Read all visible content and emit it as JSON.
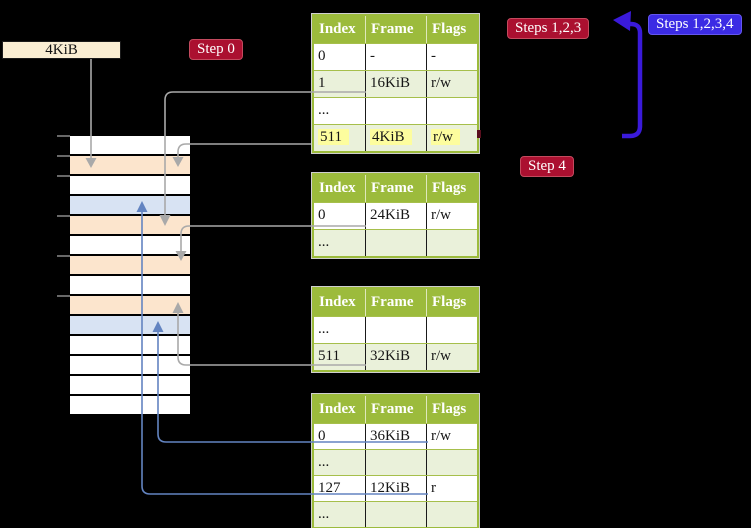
{
  "frame_label": "4KiB",
  "badges": {
    "step0": "Step 0",
    "steps_123": "Steps 1,2,3",
    "steps_1234": "Steps 1,2,3,4",
    "step4": "Step 4"
  },
  "page_tables": [
    {
      "name": "page-table-step0",
      "headers": [
        "Index",
        "Frame",
        "Flags"
      ],
      "rows": [
        [
          "0",
          "-",
          "-"
        ],
        [
          "1",
          "16KiB",
          "r/w"
        ],
        [
          "...",
          "",
          ""
        ],
        [
          "511",
          "4KiB",
          "r/w"
        ]
      ],
      "highlighted_row_index": 3
    },
    {
      "name": "page-table-mid-a",
      "headers": [
        "Index",
        "Frame",
        "Flags"
      ],
      "rows": [
        [
          "0",
          "24KiB",
          "r/w"
        ],
        [
          "...",
          "",
          ""
        ]
      ]
    },
    {
      "name": "page-table-mid-b",
      "headers": [
        "Index",
        "Frame",
        "Flags"
      ],
      "rows": [
        [
          "...",
          "",
          ""
        ],
        [
          "511",
          "32KiB",
          "r/w"
        ]
      ]
    },
    {
      "name": "page-table-bottom",
      "headers": [
        "Index",
        "Frame",
        "Flags"
      ],
      "rows": [
        [
          "0",
          "36KiB",
          "r/w"
        ],
        [
          "...",
          "",
          ""
        ],
        [
          "127",
          "12KiB",
          "r"
        ],
        [
          "...",
          "",
          ""
        ]
      ]
    }
  ],
  "memory_stack": {
    "rows": [
      "plain",
      "table",
      "plain",
      "page",
      "table",
      "plain",
      "table",
      "plain",
      "table",
      "page",
      "plain",
      "plain",
      "plain",
      "plain"
    ]
  },
  "colors": {
    "table_header_green": "#9cbb3c",
    "table_row_shade": "#eaf1da",
    "highlight_yellow": "#fdfd9e",
    "badge_red": "#ab1030",
    "badge_blue": "#3b2be4",
    "memory_table_frame_peach": "#fce5cd",
    "memory_page_frame_blue": "#d8e3f3",
    "arrow_gray": "#a9a9a9",
    "arrow_blue": "#6384c1",
    "arrow_violet": "#3a1ada",
    "frame_label_bg": "#faeed3"
  }
}
